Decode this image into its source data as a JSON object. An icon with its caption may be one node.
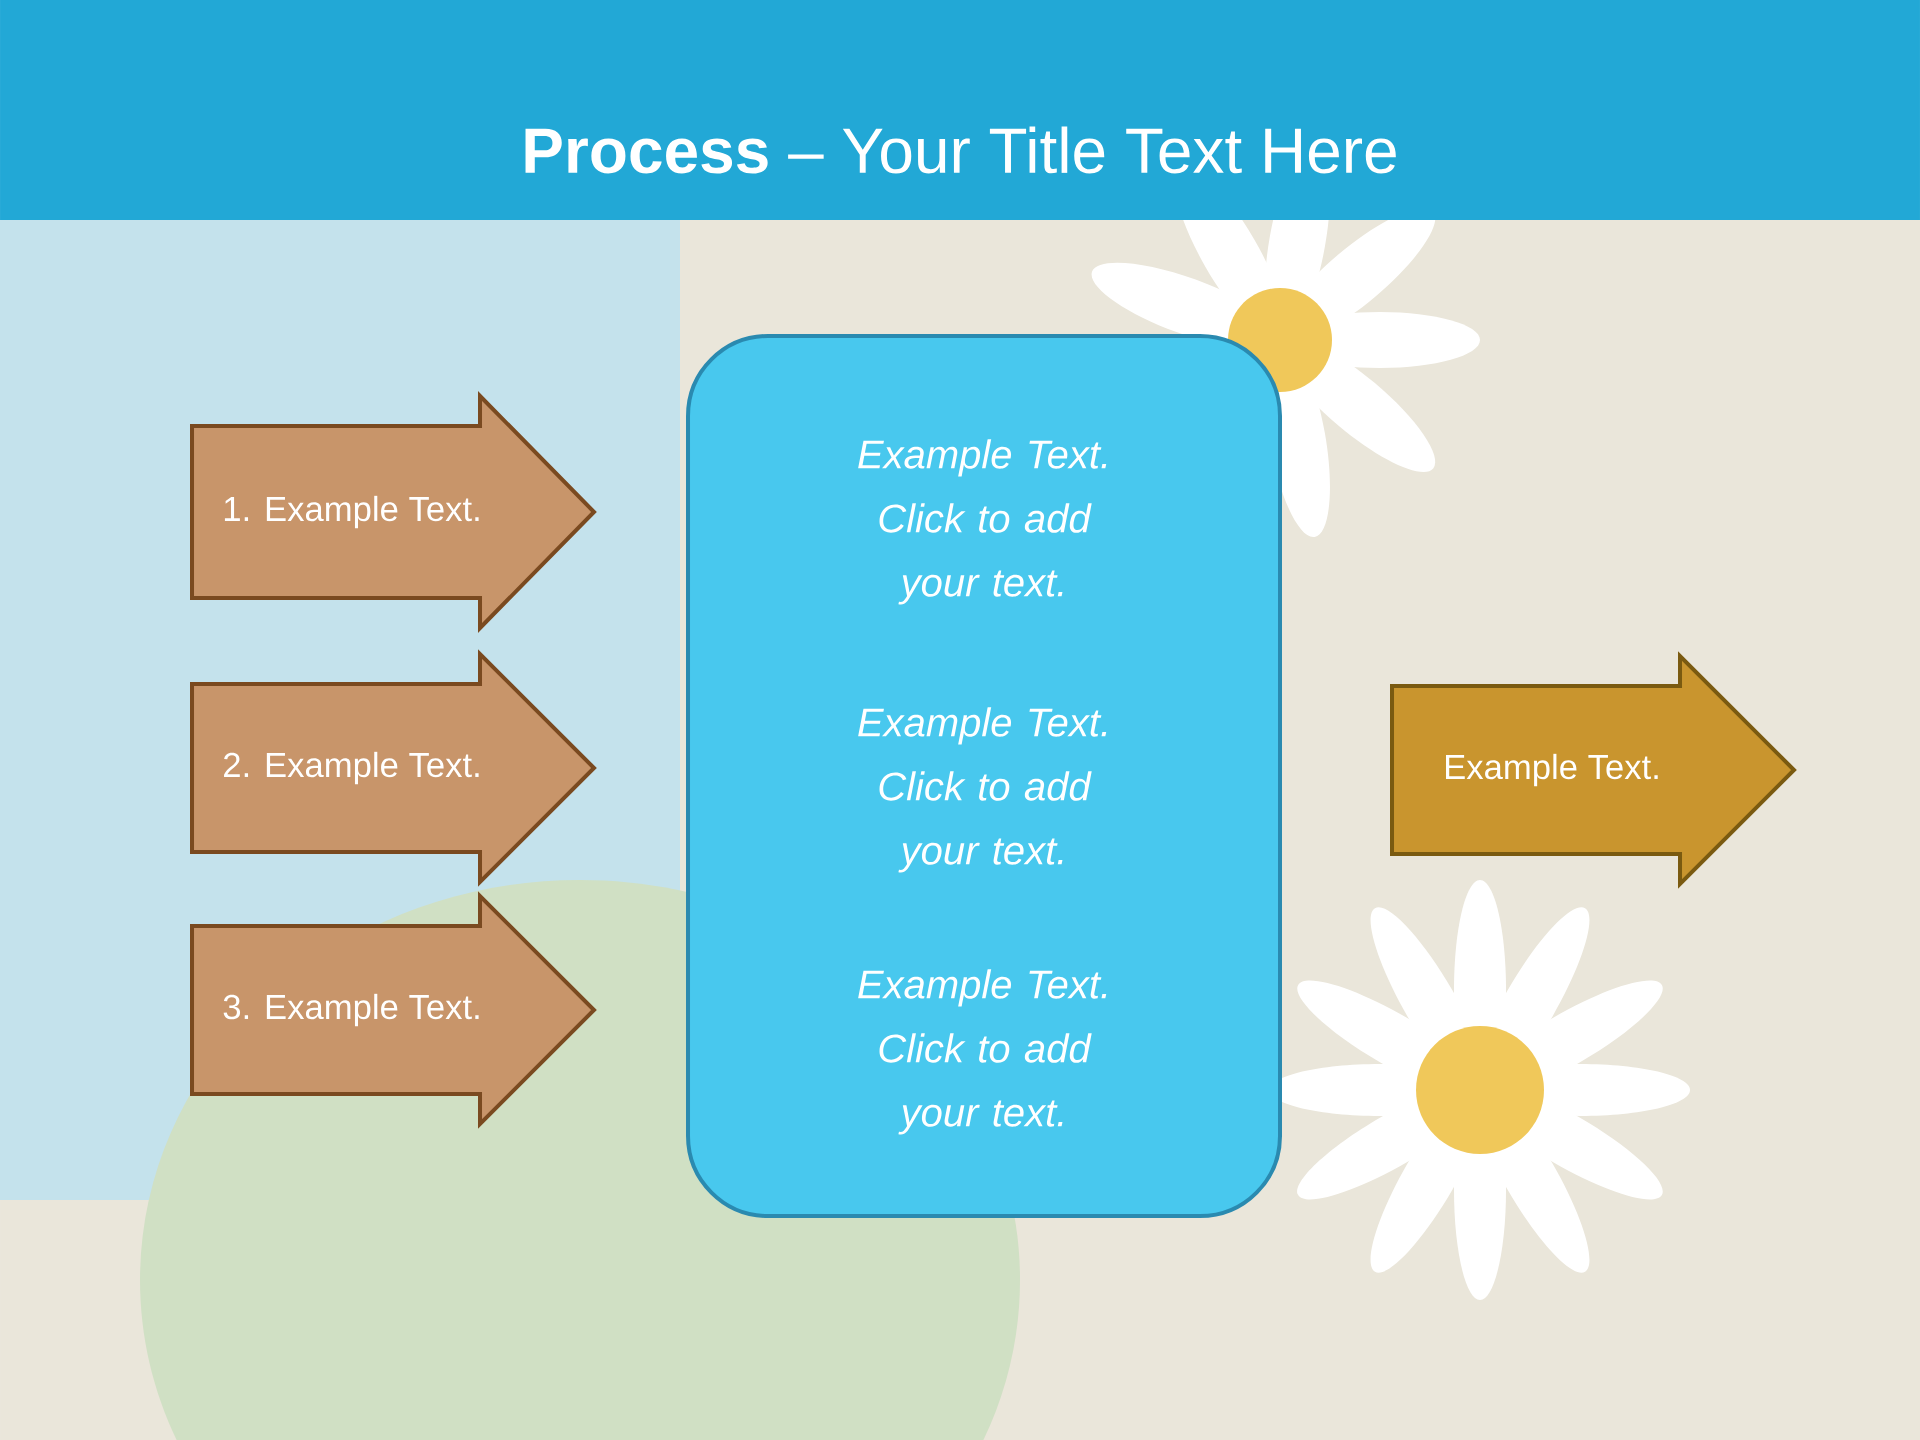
{
  "diagram": {
    "title": "**Process** – Your Title Text Here",
    "nodes": [
      {
        "text": [
          "1. Example Text."
        ]
      },
      {
        "text": [
          "2. Example Text."
        ]
      },
      {
        "text": [
          "3. Example Text."
        ]
      },
      {
        "text": [
          "Example Text. Click  to add your text.",
          "Example Text. Click  to add your text.",
          "Example Text. Click  to add your text."
        ]
      },
      {
        "text": [
          "Example Text."
        ]
      }
    ]
  }
}
